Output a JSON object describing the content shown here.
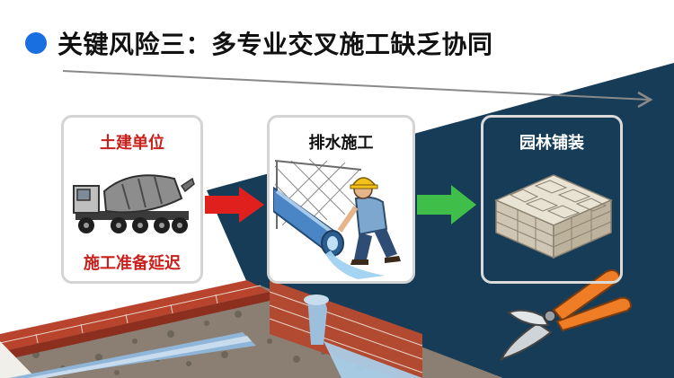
{
  "title": "关键风险三：多专业交叉施工缺乏协同",
  "colors": {
    "accent_blue": "#1a6fe0",
    "risk_red": "#c8201c",
    "flow_red": "#e0201c",
    "flow_green": "#3fbf4a",
    "navy_band": "#173c57"
  },
  "cards": {
    "civil": {
      "title": "土建单位",
      "note": "施工准备延迟",
      "icon": "concrete-mixer-truck-icon"
    },
    "drainage": {
      "title": "排水施工",
      "icon": "pipe-worker-icon"
    },
    "paving": {
      "title": "园林铺装",
      "icon": "paving-stones-icon"
    }
  },
  "decor": {
    "tool": "pruning-shears-icon",
    "trench": "drainage-trench-illustration"
  }
}
